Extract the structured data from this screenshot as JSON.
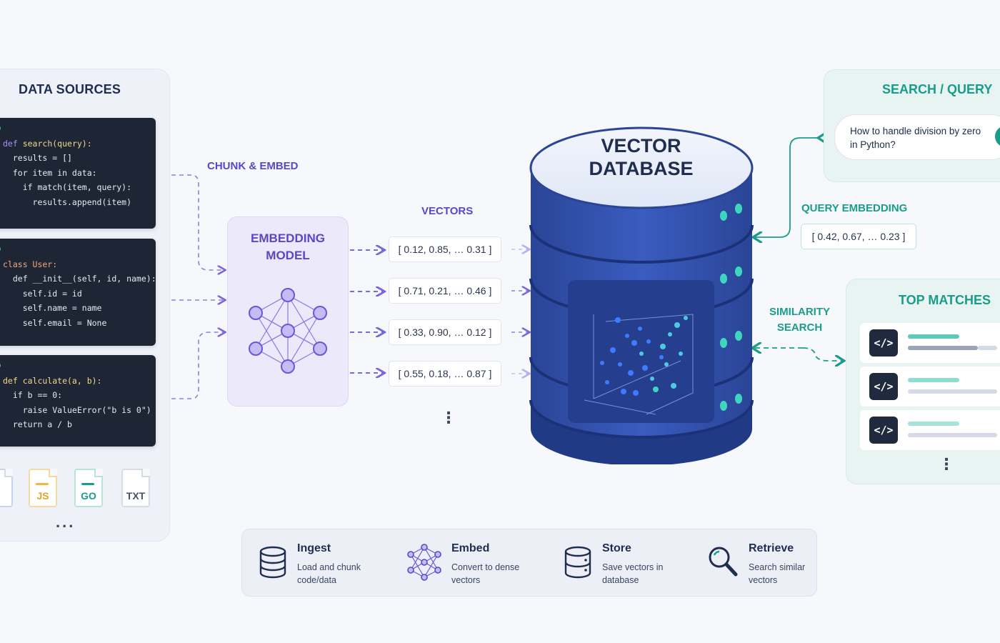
{
  "data_sources": {
    "title": "DATA SOURCES",
    "code_snippets": [
      [
        "def search(query):",
        "  results = []",
        "  for item in data:",
        "    if match(item, query):",
        "      results.append(item)"
      ],
      [
        "class User:",
        "  def __init__(self, id, name):",
        "    self.id = id",
        "    self.name = name",
        "    self.email = None"
      ],
      [
        "def calculate(a, b):",
        "  if b == 0:",
        "    raise ValueError(\"b is 0\")",
        "  return a / b"
      ]
    ],
    "file_types": [
      "JS",
      "GO",
      "TXT"
    ],
    "more": "..."
  },
  "chunk_embed_label": "CHUNK & EMBED",
  "embedding_model": {
    "line1": "EMBEDDING",
    "line2": "MODEL"
  },
  "vectors": {
    "title": "VECTORS",
    "items": [
      "[ 0.12, 0.85, … 0.31 ]",
      "[ 0.71, 0.21, … 0.46 ]",
      "[ 0.33, 0.90, … 0.12 ]",
      "[ 0.55, 0.18, … 0.87 ]"
    ],
    "more": "⋮"
  },
  "vector_database": {
    "line1": "VECTOR",
    "line2": "DATABASE"
  },
  "search": {
    "title": "SEARCH / QUERY",
    "query_line1": "How to handle division by zero",
    "query_line2": "in Python?",
    "embedding_label": "QUERY EMBEDDING",
    "embedding_value": "[ 0.42, 0.67, … 0.23 ]",
    "similarity_line1": "SIMILARITY",
    "similarity_line2": "SEARCH"
  },
  "top_matches": {
    "title": "TOP MATCHES",
    "icon_text": "</>",
    "more": "⋮"
  },
  "pipeline": [
    {
      "title": "Ingest",
      "desc1": "Load and chunk",
      "desc2": "code/data",
      "icon": "database-stack-icon"
    },
    {
      "title": "Embed",
      "desc1": "Convert to dense",
      "desc2": "vectors",
      "icon": "neural-network-icon"
    },
    {
      "title": "Store",
      "desc1": "Save vectors in",
      "desc2": "database",
      "icon": "database-icon"
    },
    {
      "title": "Retrieve",
      "desc1": "Search similar",
      "desc2": "vectors",
      "icon": "magnifier-icon"
    }
  ],
  "colors": {
    "purple": "#5a46c8",
    "teal": "#1a9c8a",
    "db_blue": "#2f4fa8",
    "code_bg": "#1e2636"
  }
}
